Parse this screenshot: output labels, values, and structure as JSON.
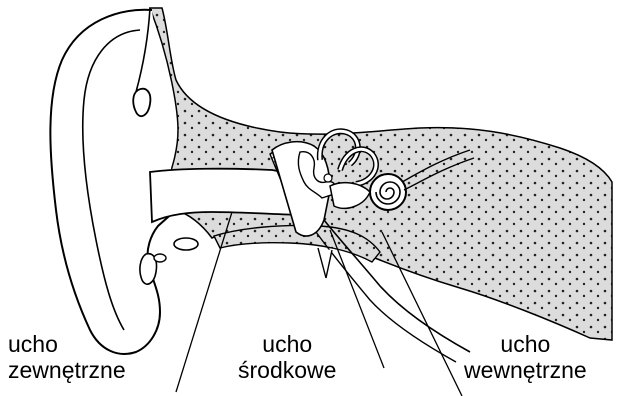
{
  "colors": {
    "stroke": "#000000",
    "bone": "#d9d9d9",
    "background": "#ffffff"
  },
  "labels": {
    "outer": {
      "line1": "ucho",
      "line2": "zewnętrzne"
    },
    "middle": {
      "line1": "ucho",
      "line2": "środkowe"
    },
    "inner": {
      "line1": "ucho",
      "line2": "wewnętrzne"
    }
  }
}
